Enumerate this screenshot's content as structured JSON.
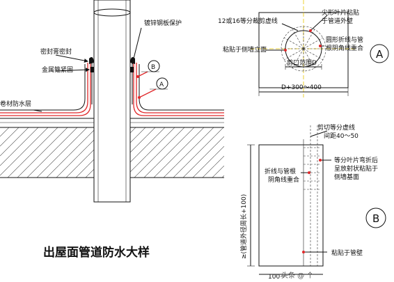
{
  "main_detail": {
    "labels": {
      "sealant": "密封膏密封",
      "metal_band": "金属箍紧固",
      "membrane": "卷材防水层",
      "steel_guard": "镀锌钢板保护",
      "marker_b": "B",
      "marker_a": "A"
    }
  },
  "detail_a": {
    "marker": "A",
    "labels": {
      "dashes": "12或16等分裁剪虚线",
      "tip_l1": "尖形叶片粘贴",
      "tip_l2": "于管道外壁",
      "face": "粘贴于侧墙立面",
      "fold_l1": "圆形折线与管",
      "fold_l2": "根阴角线重合",
      "opening": "剪口范围D",
      "width": "D+300～400"
    }
  },
  "detail_b": {
    "marker": "B",
    "labels": {
      "cut_l1": "剪切等分虚线",
      "cut_l2": "间距40～50",
      "petals_l1": "等分叶片弯折后",
      "petals_l2": "呈放射状粘贴于",
      "petals_l3": "侧墙基面",
      "fold_l1": "折线与管根",
      "fold_l2": "阴角线重合",
      "wall": "粘贴于管壁",
      "height": "≥(管道外径周长+100)",
      "bottom": "100~"
    }
  },
  "caption": "出屋面管道防水大样",
  "watermark": "头条 @ 个"
}
